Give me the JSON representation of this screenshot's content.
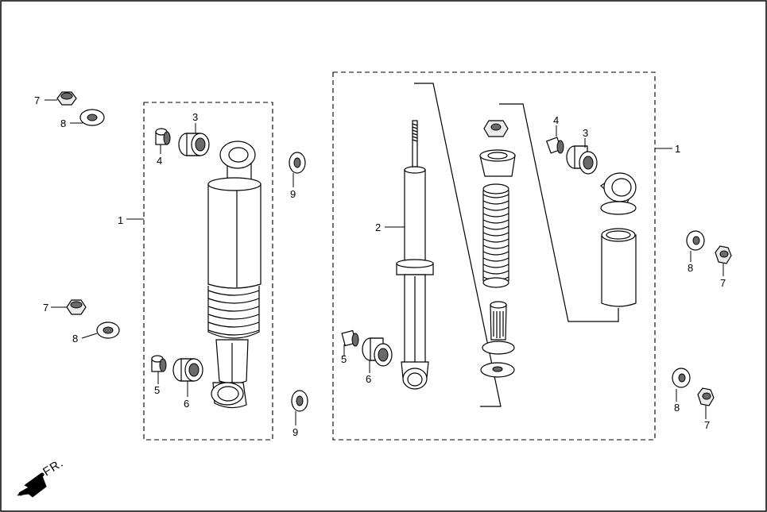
{
  "labels": {
    "l1_left": "1",
    "l1_right": "1",
    "l2": "2",
    "l3_left": "3",
    "l3_right": "3",
    "l4_left": "4",
    "l4_right": "4",
    "l5_left": "5",
    "l5_mid": "5",
    "l6_left": "6",
    "l6_mid": "6",
    "l7_top_left": "7",
    "l7_mid_left": "7",
    "l7_right_upper": "7",
    "l7_right_lower": "7",
    "l8_top_left": "8",
    "l8_mid_left": "8",
    "l8_right_upper": "8",
    "l8_right_lower": "8",
    "l9_upper": "9",
    "l9_lower": "9"
  },
  "direction": {
    "text": "FR."
  }
}
